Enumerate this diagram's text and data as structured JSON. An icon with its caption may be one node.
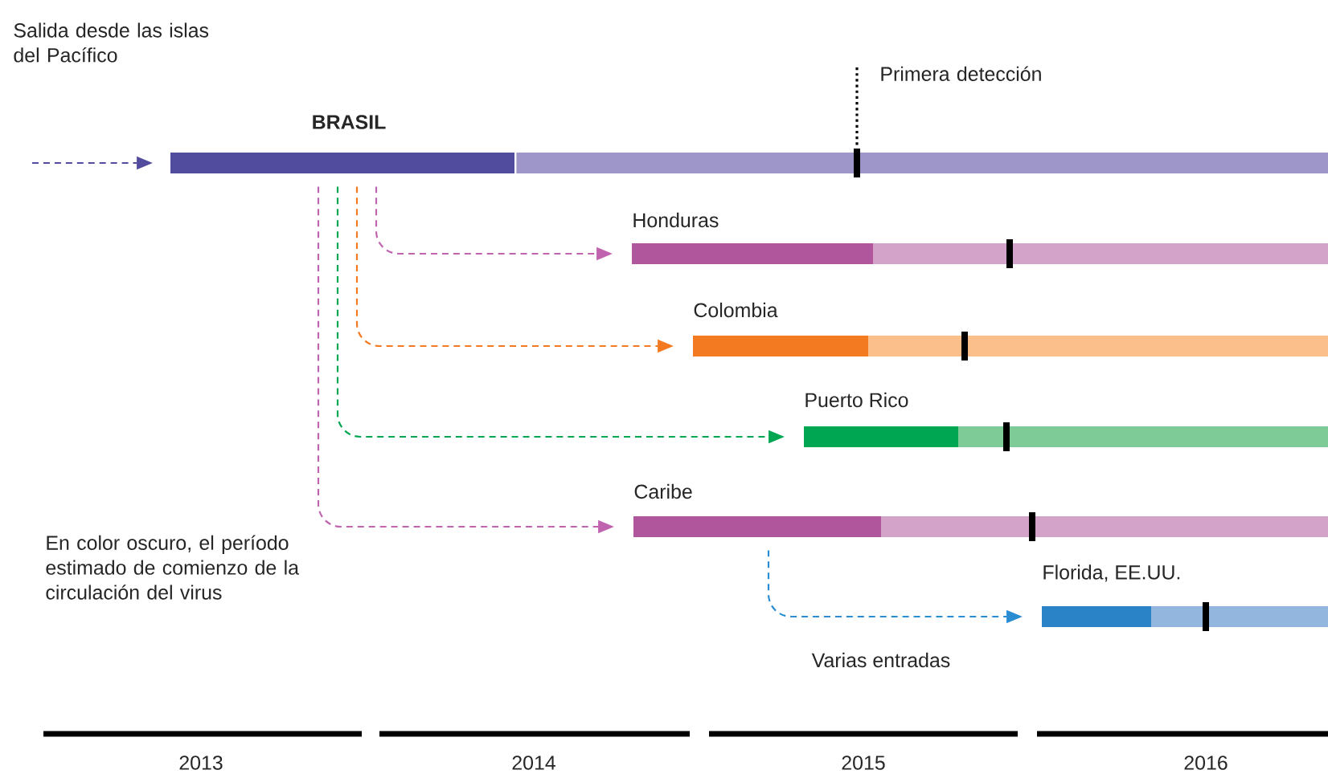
{
  "diagram": {
    "nodes": [
      {
        "text": [
          "BRASIL"
        ]
      },
      {
        "text": [
          "Honduras"
        ]
      },
      {
        "text": [
          "Colombia"
        ]
      },
      {
        "text": [
          "Puerto Rico"
        ]
      },
      {
        "text": [
          "Caribe"
        ]
      },
      {
        "text": [
          "Florida, EE.UU."
        ]
      }
    ],
    "edges": [
      {
        "from": null,
        "to": 0,
        "arrow": "to",
        "color": "#524c9e"
      },
      {
        "from": 0,
        "to": 1,
        "arrow": "to",
        "color": "#c064b0"
      },
      {
        "from": 0,
        "to": 2,
        "arrow": "to",
        "color": "#f47a22"
      },
      {
        "from": 0,
        "to": 3,
        "arrow": "to",
        "color": "#00a651"
      },
      {
        "from": 0,
        "to": 4,
        "arrow": "to",
        "color": "#c064b0"
      },
      {
        "from": 4,
        "to": 5,
        "arrow": "to",
        "color": "#2a8dd4",
        "label": "Varias entradas"
      }
    ],
    "labels": [
      "Salida desde las islas del Pacífico",
      "Primera detección",
      "En color oscuro, el período estimado de comienzo de la circulación del virus",
      "2013",
      "2014",
      "2015",
      "2016"
    ]
  }
}
